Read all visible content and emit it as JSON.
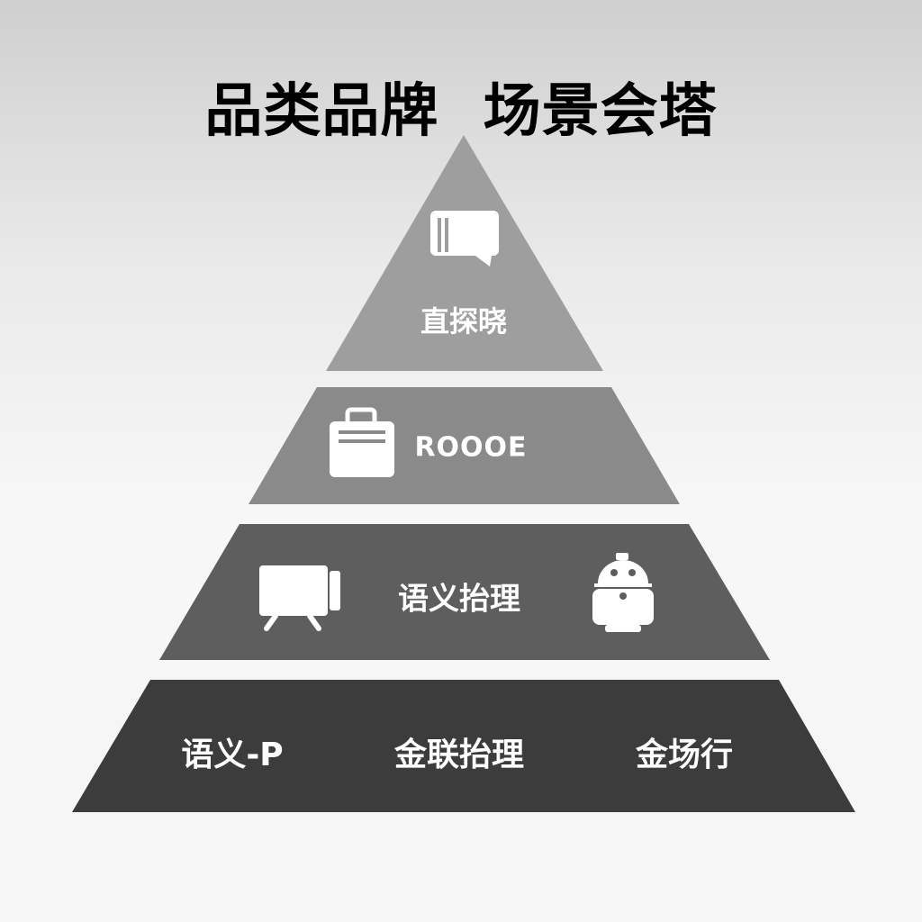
{
  "title": "品类品牌 场景会塔",
  "colors": {
    "tier1": "#9e9e9e",
    "tier2": "#8a8a8a",
    "tier3": "#5e5e5e",
    "tier4": "#3c3c3c",
    "icon": "#ffffff"
  },
  "tiers": [
    {
      "labels": [
        "直探晓"
      ],
      "icons": [
        "chat-card-icon"
      ]
    },
    {
      "labels": [
        "ROOOE"
      ],
      "icons": [
        "briefcase-icon"
      ]
    },
    {
      "labels": [
        "语义抬理"
      ],
      "icons": [
        "projector-screen-icon",
        "robot-icon"
      ]
    },
    {
      "labels": [
        "语义-P",
        "金联抬理",
        "金场行"
      ],
      "icons": []
    }
  ]
}
